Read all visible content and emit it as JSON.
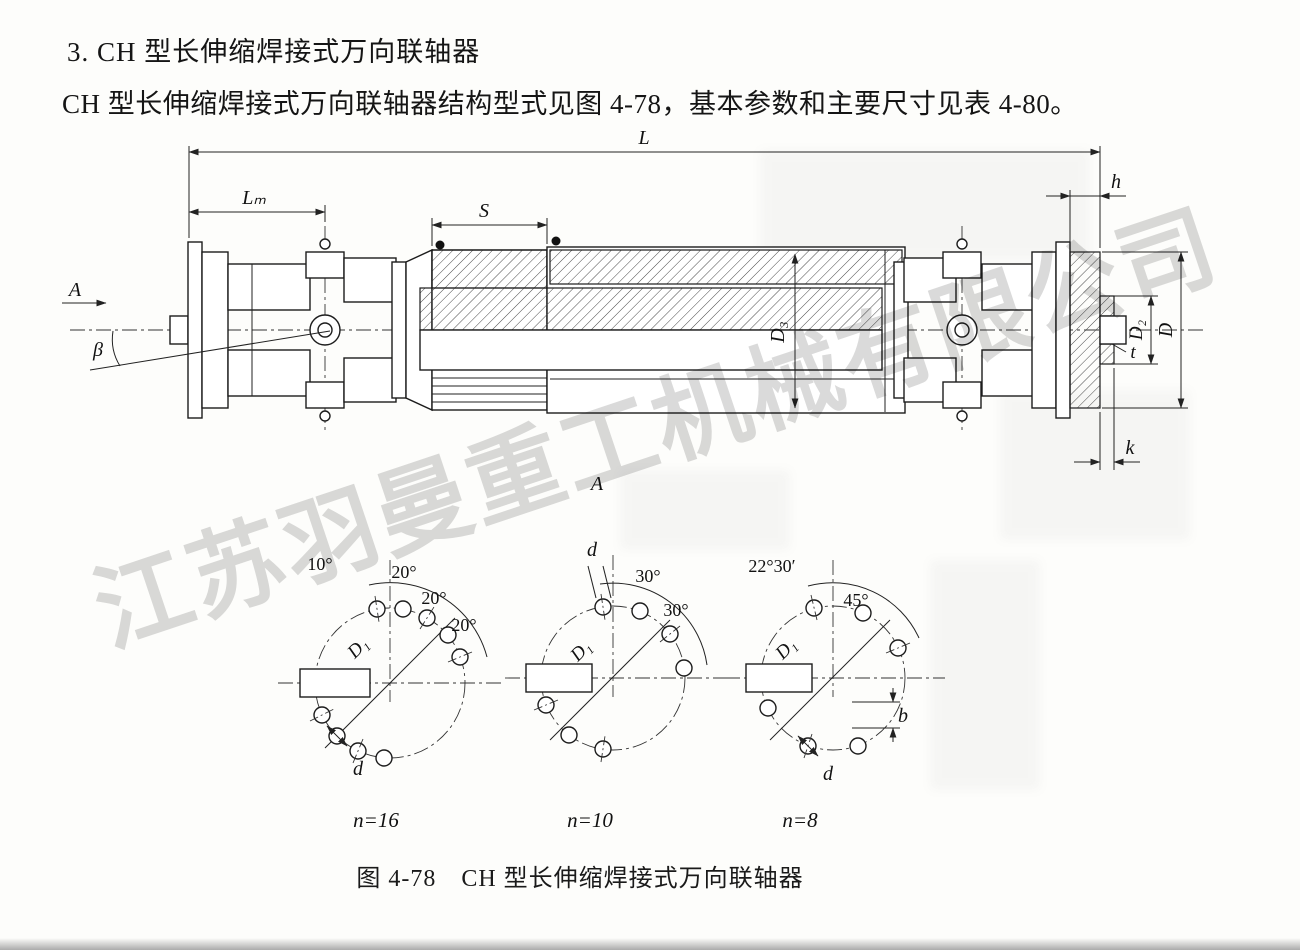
{
  "page": {
    "heading": "3. CH 型长伸缩焊接式万向联轴器",
    "intro": "CH 型长伸缩焊接式万向联轴器结构型式见图 4-78，基本参数和主要尺寸见表 4-80。",
    "caption": "图 4-78　CH 型长伸缩焊接式万向联轴器",
    "watermark": "江苏羽曼重工机械有限公司"
  },
  "drawing": {
    "dims": {
      "L": "L",
      "Lm": "Lₘ",
      "S": "S",
      "h": "h",
      "beta": "β",
      "D3": "D₃",
      "D2": "D₂",
      "D": "D",
      "t": "t",
      "k": "k",
      "view_arrow": "A",
      "section_label": "A"
    },
    "views": [
      {
        "angle_labels": [
          "10°",
          "20°",
          "20°",
          "20°"
        ],
        "circle_label": "D₁",
        "hole_label": "d",
        "count": "n=16"
      },
      {
        "hole_label": "d",
        "angle_labels": [
          "30°",
          "30°"
        ],
        "circle_label": "D₁",
        "count": "n=10"
      },
      {
        "angle_labels": [
          "22°30′",
          "45°"
        ],
        "circle_label": "D₁",
        "width_label": "b",
        "hole_label": "d",
        "count": "n=8"
      }
    ]
  }
}
